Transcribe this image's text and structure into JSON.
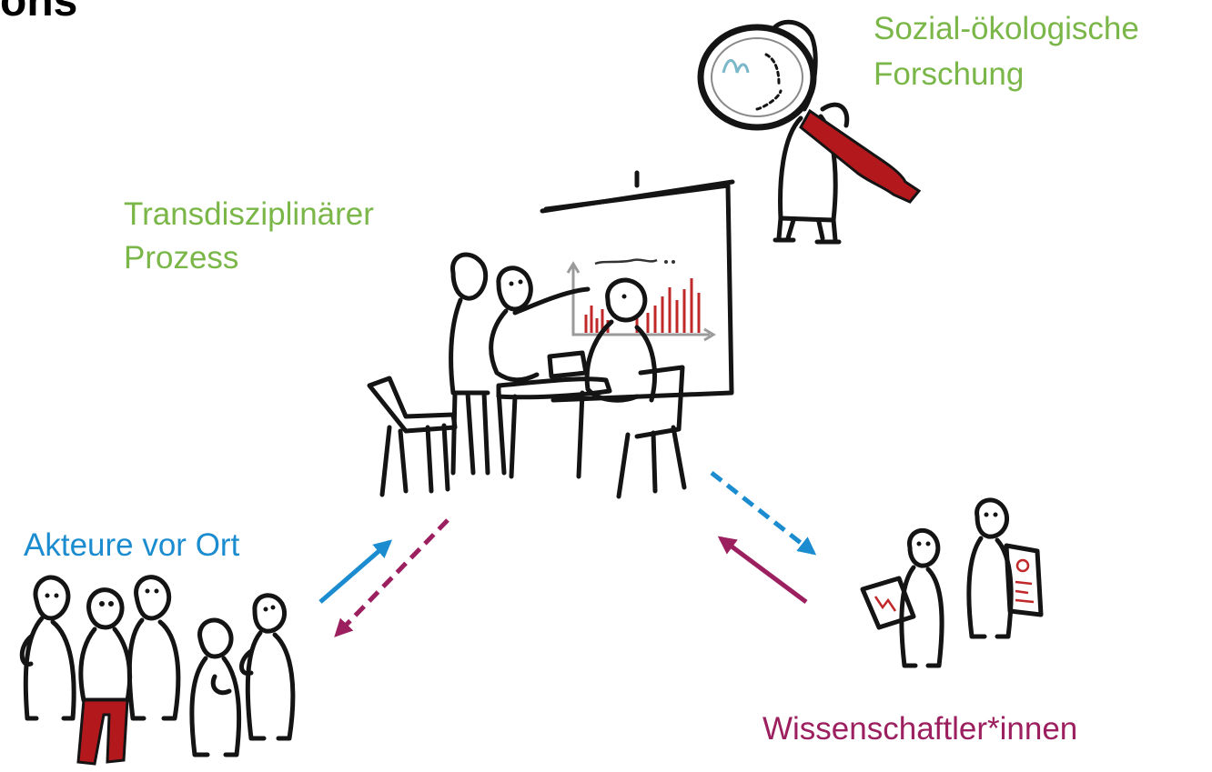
{
  "title_fragment": "ons",
  "labels": {
    "social_ecological_research": [
      "Sozial-ökologische",
      "Forschung"
    ],
    "transdisciplinary_process": [
      "Transdisziplinärer",
      "Prozess"
    ],
    "local_actors": "Akteure vor Ort",
    "scientists": "Wissenschaftler*innen"
  },
  "colors": {
    "green": "#7ab648",
    "blue": "#1a8ccf",
    "purple": "#9c1f5f",
    "red": "#b3191c",
    "ink": "#141414"
  },
  "arrows": [
    {
      "from": "local_actors",
      "to": "transdisciplinary_process",
      "style": "solid",
      "color": "blue"
    },
    {
      "from": "transdisciplinary_process",
      "to": "local_actors",
      "style": "dashed",
      "color": "purple"
    },
    {
      "from": "transdisciplinary_process",
      "to": "scientists",
      "style": "dashed",
      "color": "blue"
    },
    {
      "from": "scientists",
      "to": "transdisciplinary_process",
      "style": "solid",
      "color": "purple"
    }
  ]
}
